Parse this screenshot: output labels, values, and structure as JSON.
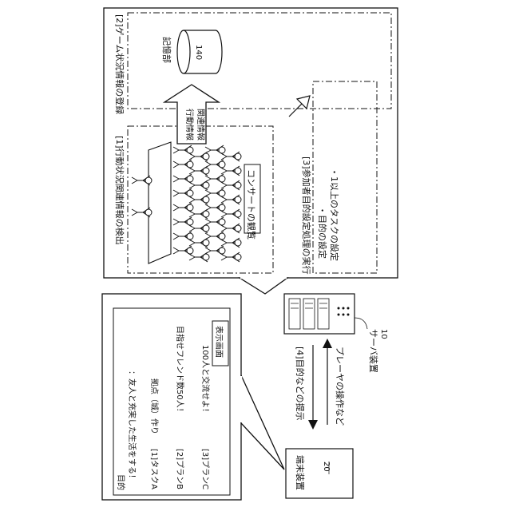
{
  "server_panel": {
    "step1_label": "[1]行動状況関連情報の検出",
    "step2_label": "[2]ゲーム状況情報の登録",
    "step3_label": "[3]参加者目的設定処理の実行",
    "step3_items": [
      "・目的の設定",
      "・1以上のタスクの設定"
    ],
    "storage_label": "記憶部",
    "storage_number": "140",
    "arrow_label_line1": "行動情報",
    "arrow_label_line2": "関連情報",
    "concert_label": "コンサートの観覧"
  },
  "server_device": {
    "label": "サーバ装置",
    "number": "10"
  },
  "terminal_device": {
    "label": "端末装置",
    "number": "20"
  },
  "flows": {
    "step4_label": "[4]目的などの提示",
    "player_ops_label": "プレーヤの操作など"
  },
  "display_panel": {
    "goal_heading": "目的",
    "goal_text": "：友人と充実した生活をする！",
    "tasks": [
      {
        "name": "[1]タスクA",
        "detail": "拠点（城）作り"
      },
      {
        "name": "[2]プランB",
        "detail": "目指せフレンド数50人！"
      },
      {
        "name": "[3]プランC",
        "detail": "100人と交流せよ！"
      }
    ],
    "screen_label": "表示画面"
  }
}
